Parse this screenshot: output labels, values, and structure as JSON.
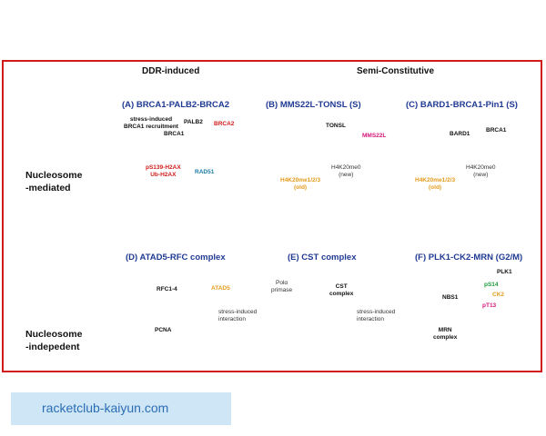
{
  "columns": {
    "ddr": "DDR-induced",
    "semi": "Semi-Constitutive"
  },
  "rows": {
    "nucleosome_mediated": "Nucleosome\n-mediated",
    "nucleosome_independent": "Nucleosome\n-indepedent"
  },
  "panels": {
    "a": {
      "title": "(A) BRCA1-PALB2-BRCA2",
      "stress": "stress-induced\nBRCA1 recruitment",
      "palb2": "PALB2",
      "brca2": "BRCA2",
      "brca1": "BRCA1",
      "marks": "pS139-H2AX\nUb-H2AX",
      "rad51": "RAD51"
    },
    "b": {
      "title": "(B) MMS22L-TONSL (S)",
      "tonsl": "TONSL",
      "mms22l": "MMS22L",
      "h4new": "H4K20me0\n(new)",
      "h4old": "H4K20me1/2/3\n(old)"
    },
    "c": {
      "title": "(C) BARD1-BRCA1-Pin1 (S)",
      "bard1": "BARD1",
      "brca1": "BRCA1",
      "h4new": "H4K20me0\n(new)",
      "h4old": "H4K20me1/2/3\n(old)"
    },
    "d": {
      "title": "(D) ATAD5-RFC complex",
      "rfc": "RFC1-4",
      "atad5": "ATAD5",
      "pcna": "PCNA",
      "stress": "stress-induced\ninteraction"
    },
    "e": {
      "title": "(E) CST complex",
      "pol": "Polα\nprimase",
      "cst": "CST\ncomplex",
      "stress": "stress-induced\ninteraction"
    },
    "f": {
      "title": "(F) PLK1-CK2-MRN (G2/M)",
      "plk1": "PLK1",
      "ps14": "pS14",
      "ck2": "CK2",
      "nbs1": "NBS1",
      "pt13": "pT13",
      "mrn": "MRN\ncomplex"
    }
  },
  "watermark": "racketclub-kaiyun.com",
  "colors": {
    "frame": "#d11a1a",
    "title_blue": "#1f3a93",
    "dna_red": "#d11a1a",
    "dna_gray": "#8a8a8a",
    "rpa_blue": "#1e5f8c",
    "brca2_red": "#e03c2e",
    "mms22l_pink": "#d6157a",
    "tonsl_tan": "#c9a27a",
    "atad5_orange": "#f0a040",
    "cst_yellow": "#f5d03a",
    "bard1_purple": "#4b3aa0",
    "watermark_bg": "#cfe6f7",
    "watermark_text": "#2b6db3"
  }
}
